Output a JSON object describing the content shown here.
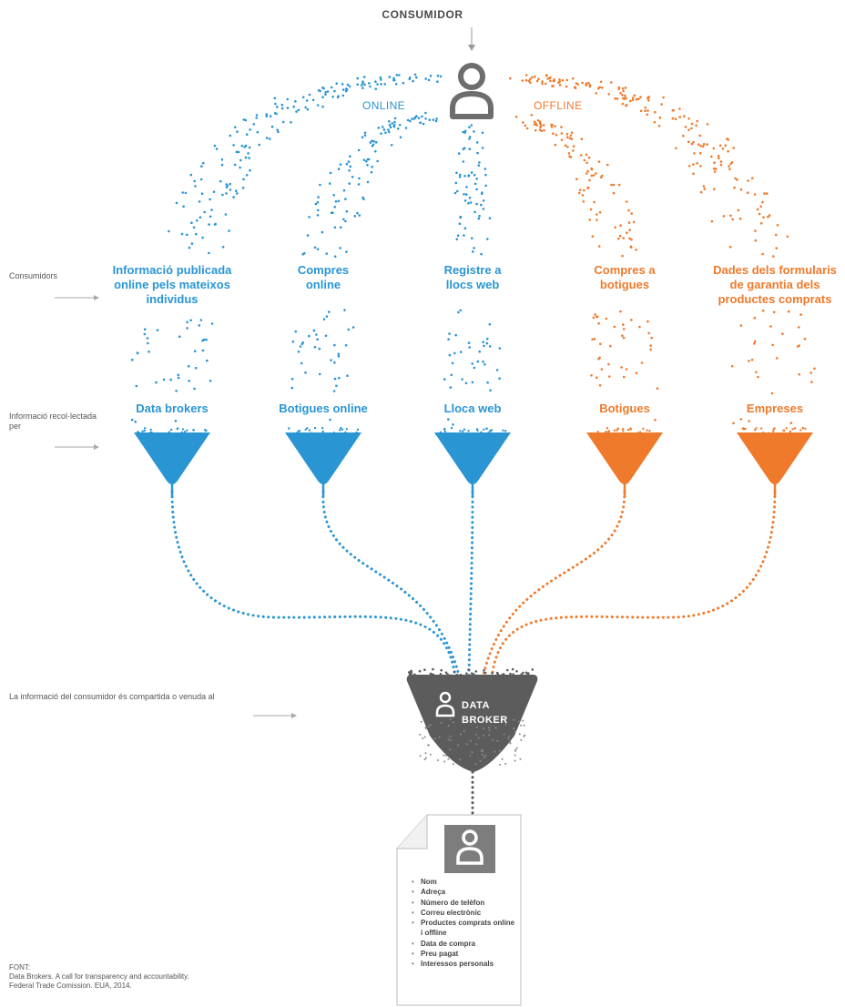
{
  "title": "CONSUMIDOR",
  "channels": {
    "online": "ONLINE",
    "offline": "OFFLINE"
  },
  "side_labels": {
    "consumers": "Consumidors",
    "collected_by": "Informació recol·lectada per",
    "shared": "La informació del consumidor és compartida o venuda al"
  },
  "sources": [
    {
      "lines": [
        "Informació publicada",
        "online pels mateixos",
        "individus"
      ],
      "collector": "Data brokers",
      "channel": "online"
    },
    {
      "lines": [
        "Compres",
        "online"
      ],
      "collector": "Botigues online",
      "channel": "online"
    },
    {
      "lines": [
        "Registre a",
        "llocs web"
      ],
      "collector": "Lloca web",
      "channel": "online"
    },
    {
      "lines": [
        "Compres a",
        "botigues"
      ],
      "collector": "Botigues",
      "channel": "offline"
    },
    {
      "lines": [
        "Dades dels formularis",
        "de garantia dels",
        "productes comprats"
      ],
      "collector": "Empreses",
      "channel": "offline"
    }
  ],
  "broker": {
    "line1": "DATA",
    "line2": "BROKER"
  },
  "profile_items": [
    "Nom",
    "Adreça",
    "Número de telèfon",
    "Correu electrònic",
    "Productes comprats online i offline",
    "Data de compra",
    "Preu pagat",
    "Interessos personals"
  ],
  "footnote": {
    "label": "FONT:",
    "line1": "Data Brokers. A call for transparency and accountability.",
    "line2": "Federal Trade Comission. EUA, 2014."
  },
  "colors": {
    "online": "#2a95d3",
    "offline": "#ef7a2b",
    "broker": "#5a5a5a",
    "icon": "#6d6d6d",
    "text": "#4a4a4a"
  }
}
